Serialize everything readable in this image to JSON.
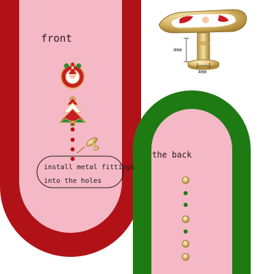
{
  "labels": {
    "front": "front",
    "back": "the back",
    "install_line1": "install metal fittings",
    "install_line2": "into the holes",
    "dim_height": "4mm",
    "dim_width": "4mm"
  },
  "colors": {
    "red": "#b01217",
    "pink": "#f5b8c6",
    "green": "#1e7a13",
    "gold": "#d8b565",
    "text_dark": "#2a1a1a"
  },
  "icons": {
    "charm_1": "santa-wreath-icon",
    "charm_2": "christmas-tree-icon",
    "stud": "metal-stud-icon"
  }
}
